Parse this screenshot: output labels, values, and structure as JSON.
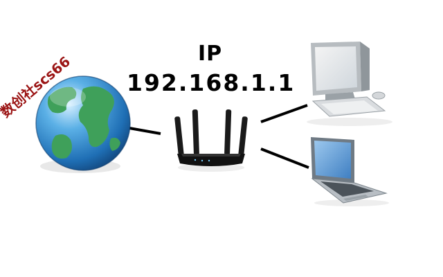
{
  "diagram": {
    "ip_label": "IP",
    "ip_address": "192.168.1.1",
    "watermark": "数创社scs66"
  },
  "nodes": [
    {
      "id": "internet",
      "icon": "globe-icon"
    },
    {
      "id": "router",
      "icon": "router-icon"
    },
    {
      "id": "desktop",
      "icon": "desktop-computer-icon"
    },
    {
      "id": "laptop",
      "icon": "laptop-icon"
    }
  ],
  "edges": [
    {
      "from": "internet",
      "to": "router"
    },
    {
      "from": "router",
      "to": "desktop"
    },
    {
      "from": "router",
      "to": "laptop"
    }
  ],
  "colors": {
    "globe_ocean": "#2f86c9",
    "globe_land": "#3fa05a",
    "router_body": "#111111",
    "watermark": "#9b1414",
    "link": "#000000"
  }
}
